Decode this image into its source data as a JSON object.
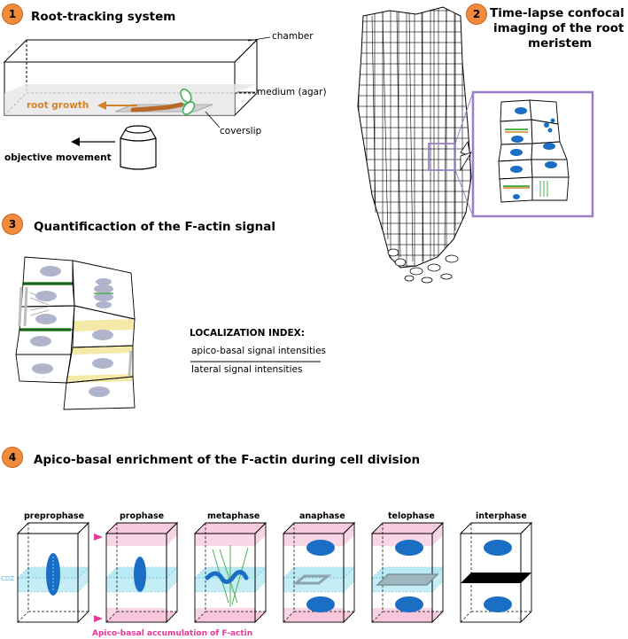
{
  "panel1": {
    "number": "1",
    "title": "Root-tracking system",
    "label_chamber": "chamber",
    "label_medium": "medium (agar)",
    "label_coverslip": "coverslip",
    "label_root_growth": "root growth",
    "label_objective": "objective movement"
  },
  "panel2": {
    "number": "2",
    "title_line1": "Time-lapse confocal",
    "title_line2": "imaging of the root",
    "title_line3": "meristem"
  },
  "panel3": {
    "number": "3",
    "title": "Quantificaction of the F-actin signal",
    "index_title": "LOCALIZATION INDEX:",
    "numerator": "apico-basal signal intensities",
    "denominator": "lateral signal intensities"
  },
  "panel4": {
    "number": "4",
    "title": "Apico-basal enrichment of the F-actin during cell division",
    "phases": [
      "preprophase",
      "prophase",
      "metaphase",
      "anaphase",
      "telophase",
      "interphase"
    ],
    "cdz_label": "CDZ",
    "accumulation_label": "Apico-basal accumulation of F-actin"
  },
  "colors": {
    "badge": "#f08a3c",
    "root_growth": "#d4822a",
    "frame_purple": "#9b7fc6",
    "nucleus_blue": "#1a6fc4",
    "cdz_cyan": "#7fd8ec",
    "actin_pink": "#f7c5da",
    "accent_magenta": "#e8399a",
    "actin_green": "#4caf50",
    "actin_yellow": "#f2e28a"
  }
}
